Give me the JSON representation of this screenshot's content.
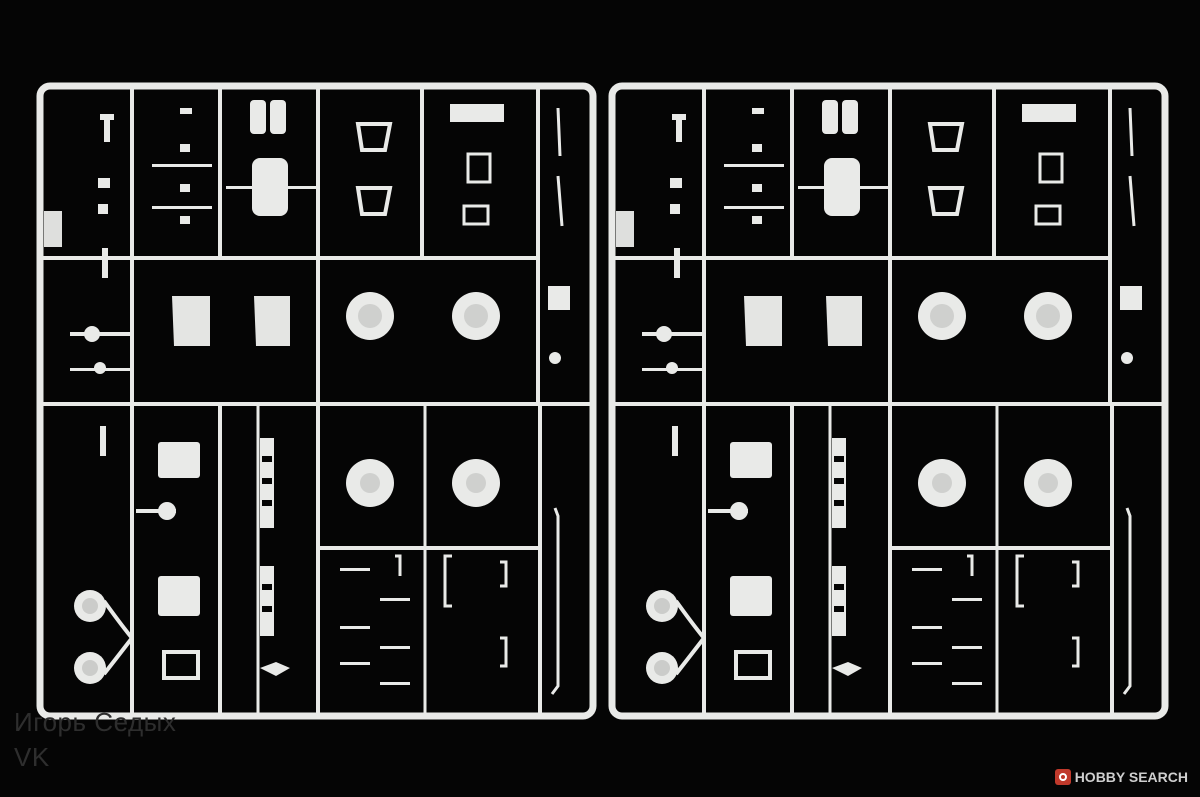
{
  "photo": {
    "subject": "two-identical-plastic-sprues",
    "colors": {
      "background": "#050505",
      "plastic": "#e9eae8",
      "plastic_shadow": "#c9cac8"
    }
  },
  "watermark": {
    "line1": "Игорь Седых",
    "line2": "VK"
  },
  "logo": {
    "brand": "HOBBY SEARCH",
    "mark": "hobbysearch-logo-icon"
  }
}
